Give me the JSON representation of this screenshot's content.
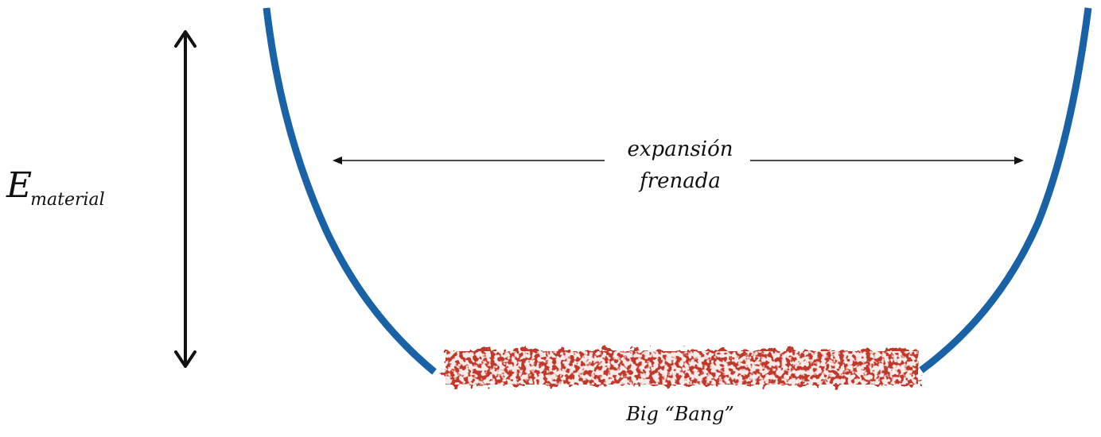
{
  "labels": {
    "energy_symbol": "E",
    "energy_subscript": "material",
    "expansion_line1": "expansión",
    "expansion_line2": "frenada",
    "big_bang": "Big “Bang”"
  },
  "colors": {
    "curve": "#1a62a6",
    "big_bang": "#c0392b",
    "arrows": "#111111",
    "background": "#ffffff"
  }
}
